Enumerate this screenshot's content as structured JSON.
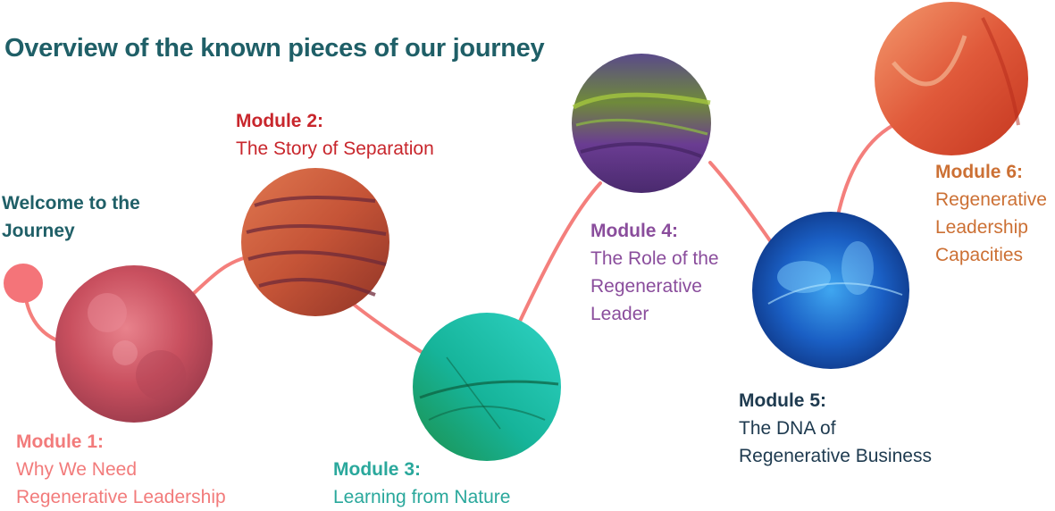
{
  "title": "Overview of the known pieces of our journey",
  "welcome": {
    "line1": "Welcome to the",
    "line2": "Journey"
  },
  "modules": {
    "m1": {
      "heading": "Module 1:",
      "line1": "Why We Need",
      "line2": "Regenerative Leadership",
      "color": "#f27b7b"
    },
    "m2": {
      "heading": "Module 2:",
      "line1": "The Story of Separation",
      "color": "#c8262c"
    },
    "m3": {
      "heading": "Module 3:",
      "line1": "Learning from Nature",
      "color": "#2aa89c"
    },
    "m4": {
      "heading": "Module 4:",
      "line1": "The Role of the",
      "line2": "Regenerative",
      "line3": "Leader",
      "color": "#8a4d9c"
    },
    "m5": {
      "heading": "Module 5:",
      "line1": "The DNA of",
      "line2": "Regenerative Business",
      "color": "#1e3a4f"
    },
    "m6": {
      "heading": "Module 6:",
      "line1": "Regenerative",
      "line2": "Leadership",
      "line3": "Capacities",
      "color": "#cc7034"
    }
  },
  "colors": {
    "title": "#1f5f67",
    "path": "#f47f7c",
    "start_dot": "#f47479"
  }
}
